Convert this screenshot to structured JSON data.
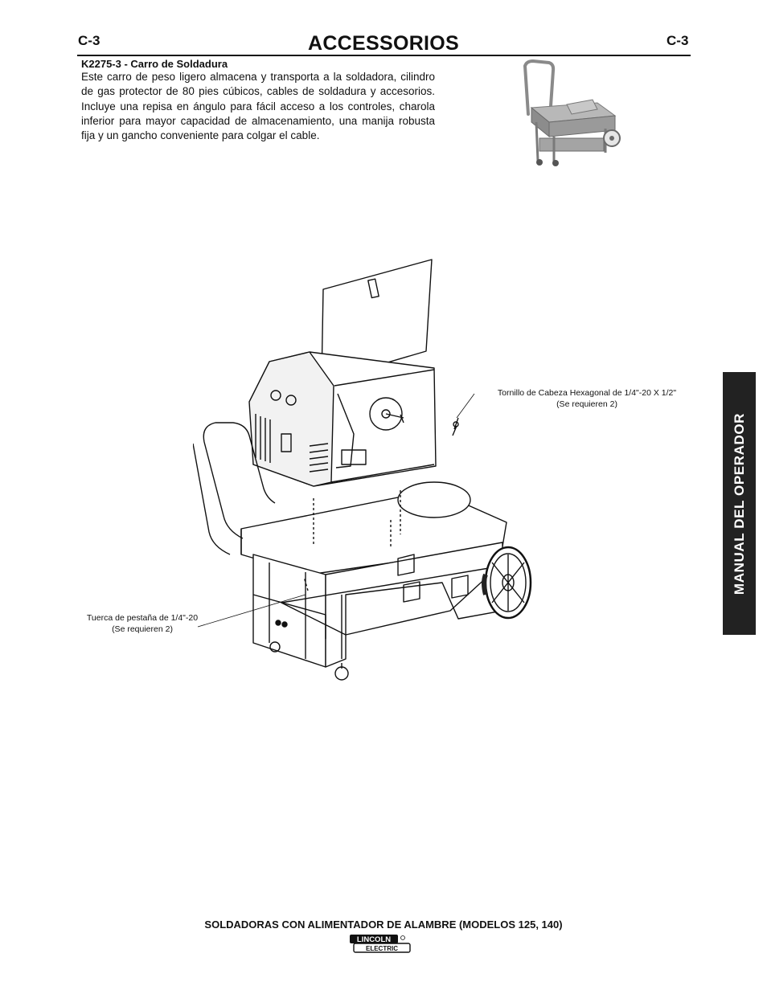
{
  "header": {
    "page_code_left": "C-3",
    "title": "ACCESSORIOS",
    "page_code_right": "C-3"
  },
  "accessory": {
    "heading": "K2275-3 -  Carro de Soldadura",
    "description": "Este carro de peso ligero almacena y transporta a la soldadora, cilindro de gas protector de 80 pies cúbicos, cables de soldadura y accesorios. Incluye una repisa en ángulo para fácil acceso a los controles, charola inferior para mayor capacidad de almacenamiento, una manija robusta fija y un gancho conveniente para colgar el cable."
  },
  "diagram": {
    "callout_screw_line1": "Tornillo de Cabeza Hexagonal de 1/4\"-20 X 1/2\"",
    "callout_screw_line2": "(Se requieren 2)",
    "callout_nut_line1": "Tuerca de pestaña de 1/4\"-20",
    "callout_nut_line2": "(Se requieren 2)"
  },
  "side_tab": {
    "label": "MANUAL DEL OPERADOR"
  },
  "footer": {
    "text": "SOLDADORAS CON ALIMENTADOR DE ALAMBRE (MODELOS 125, 140)",
    "logo_top": "LINCOLN",
    "logo_bottom": "ELECTRIC"
  }
}
